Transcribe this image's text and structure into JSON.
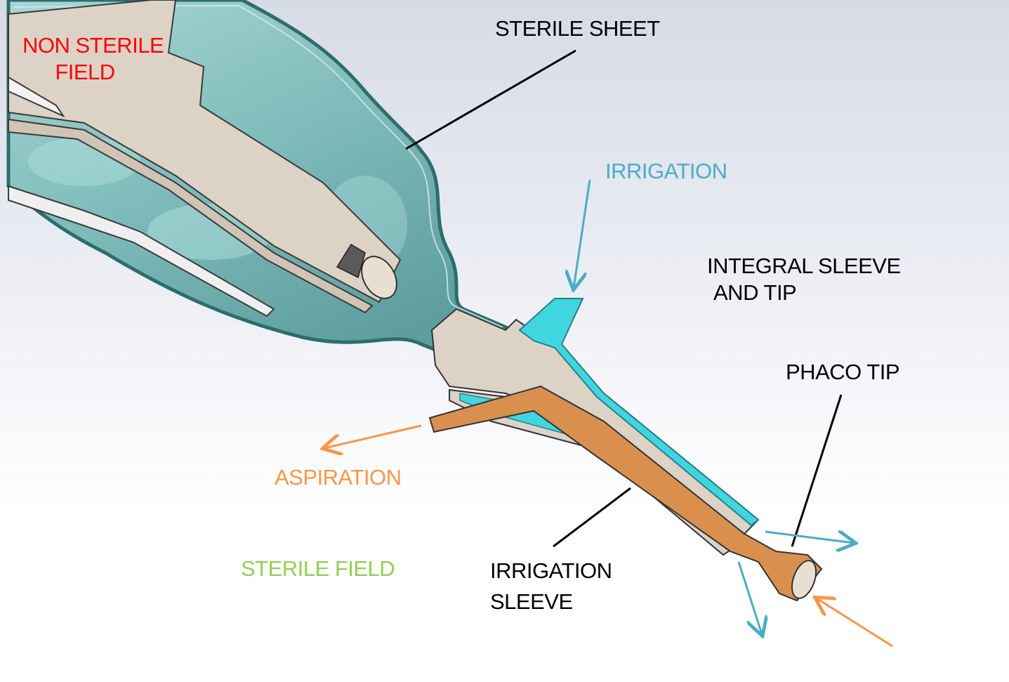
{
  "labels": {
    "non_sterile_field": [
      "NON STERILE",
      "FIELD"
    ],
    "sterile_sheet": "STERILE SHEET",
    "irrigation_top": "IRRIGATION",
    "integral_sleeve": [
      "INTEGRAL SLEEVE",
      "AND TIP"
    ],
    "phaco_tip": "PHACO TIP",
    "aspiration": "ASPIRATION",
    "sterile_field": "STERILE FIELD",
    "irrigation_sleeve": [
      "IRRIGATION",
      "SLEEVE"
    ]
  },
  "colors": {
    "non_sterile": "#ff0000",
    "irrigation": "#4bacc6",
    "aspiration": "#f79646",
    "sterile_field": "#92d050",
    "text": "#000000",
    "sheet_fill": "#8ec4c4",
    "sheet_edge": "#2d6d6d",
    "metal": "#dcd2c6",
    "tip": "#d9904f",
    "channel": "#3fd6e0"
  },
  "icons": {
    "flow_arrow": "arrow-icon"
  }
}
